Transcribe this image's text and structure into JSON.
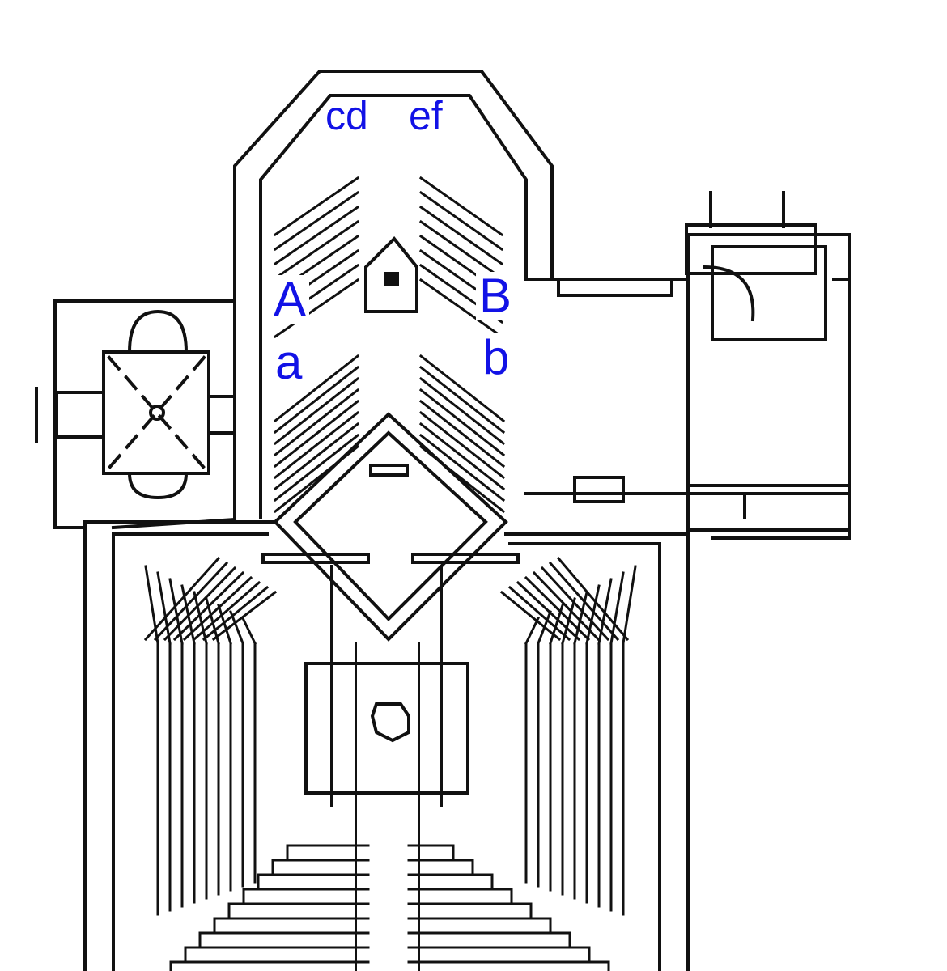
{
  "labels": {
    "cd": "cd",
    "ef": "ef",
    "A": "A",
    "B": "B",
    "a": "a",
    "b": "b"
  },
  "colors": {
    "label": "#1212e6",
    "ink": "#111111"
  }
}
